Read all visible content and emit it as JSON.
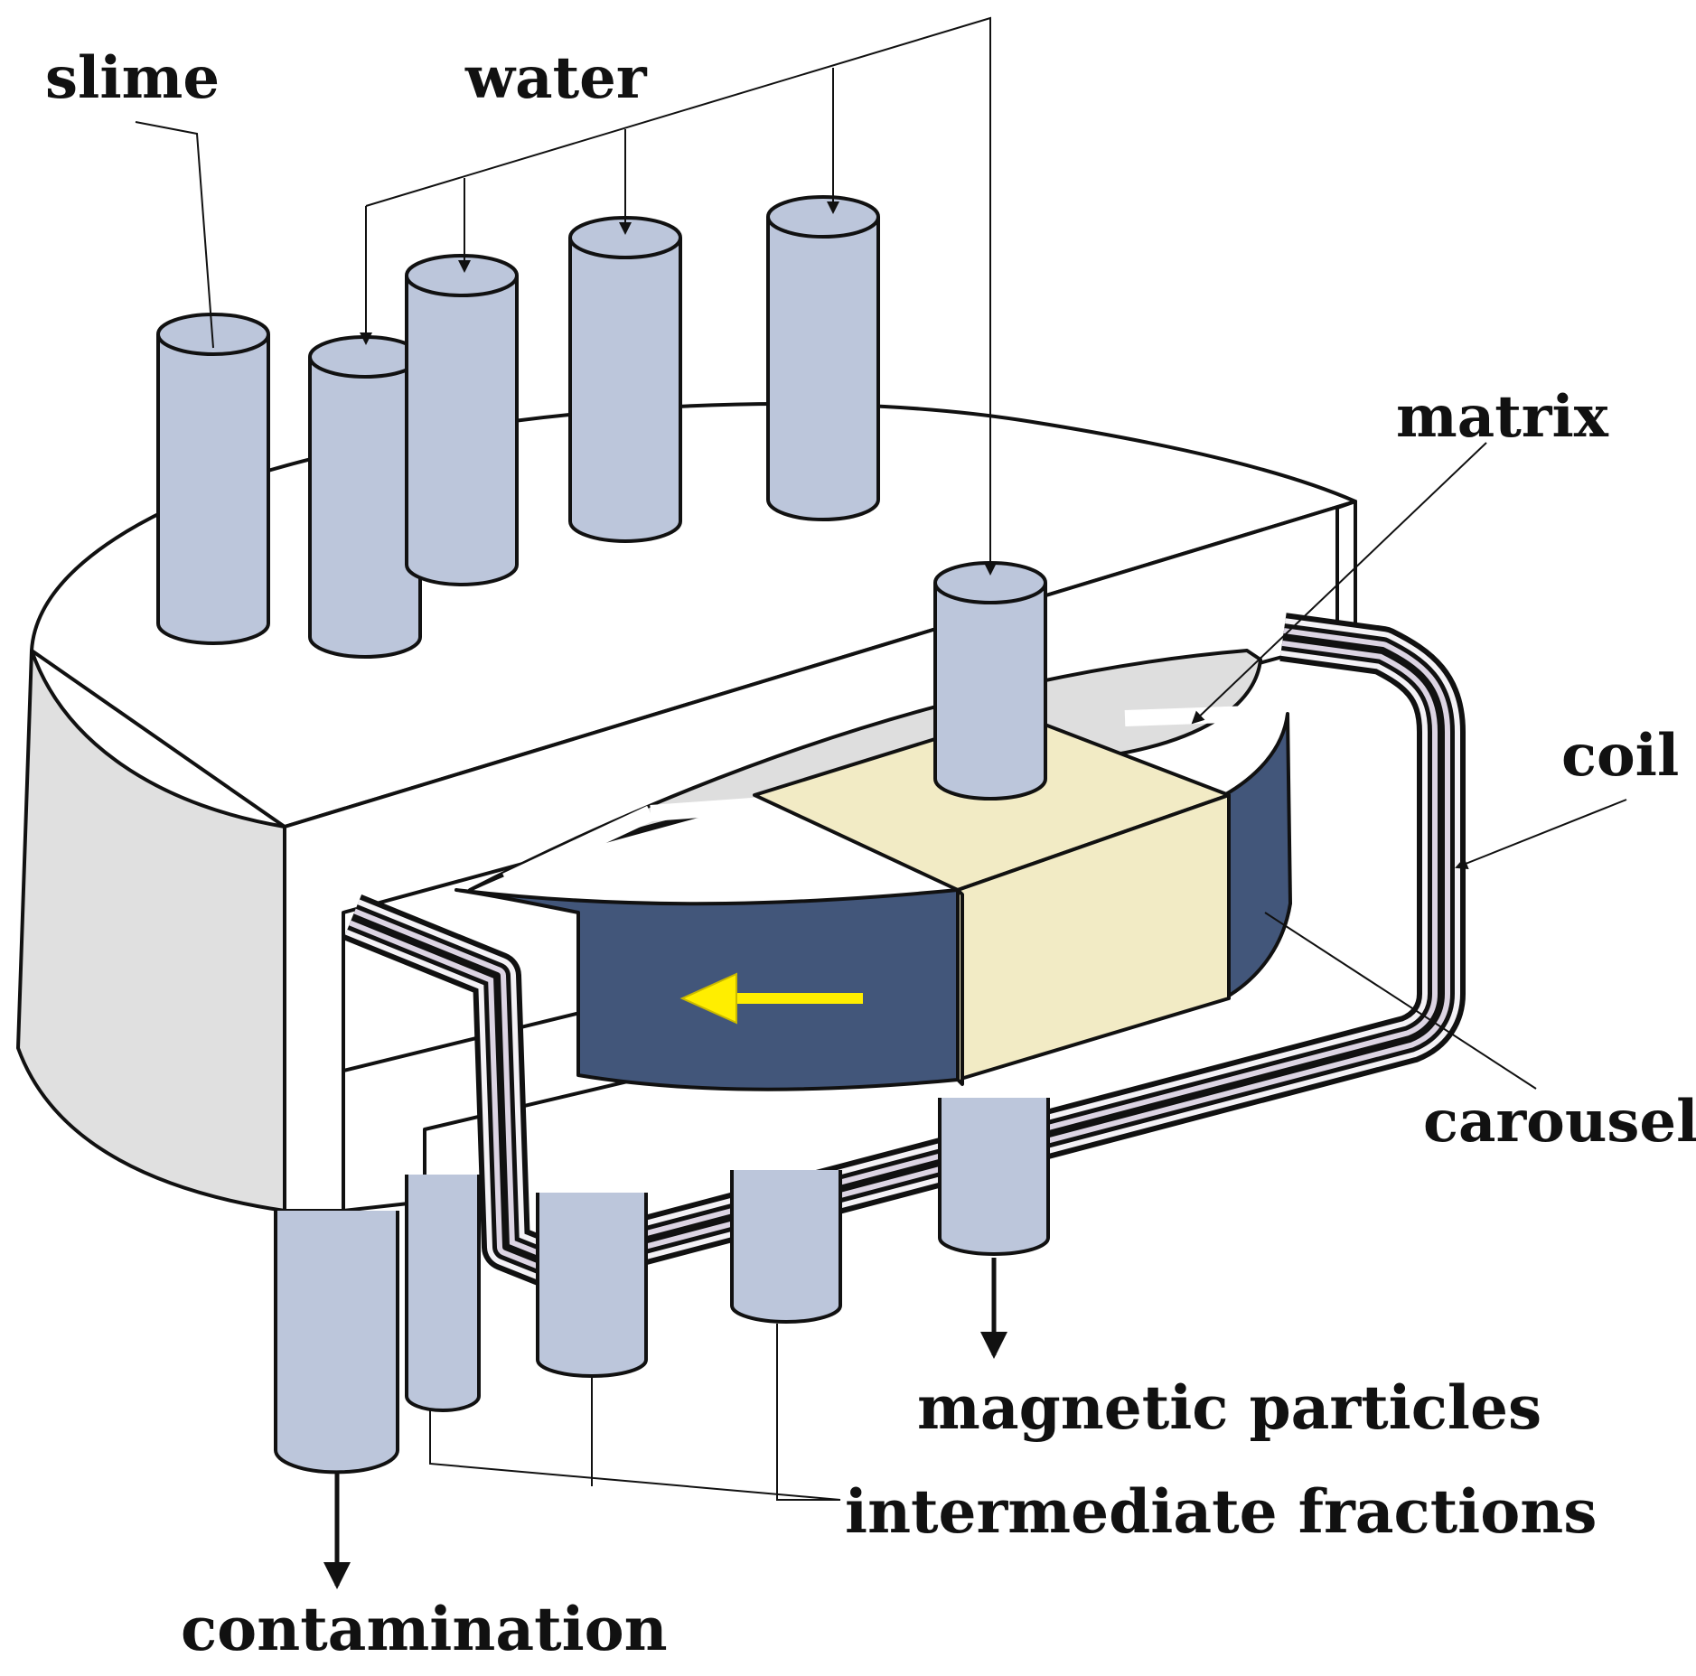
{
  "labels": {
    "slime": "slime",
    "water": "water",
    "matrix": "matrix",
    "coil": "coil",
    "carousel": "carousel",
    "magnetic_particles": "magnetic particles",
    "intermediate_fractions": "intermediate fractions",
    "contamination": "contamination"
  },
  "colors": {
    "pipe": "#bcc6db",
    "carousel": "#42567a",
    "rotation_arrow": "#ffee00",
    "magnet_block": "#f2ebc5",
    "housing_side": "#e0e0e0",
    "outline": "#111111"
  }
}
